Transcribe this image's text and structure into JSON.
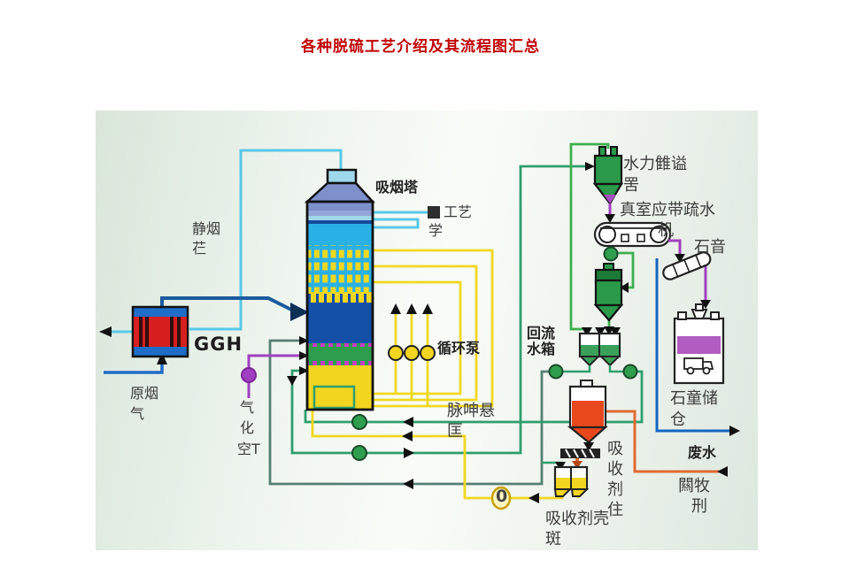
{
  "title": "各种脱硫工艺介绍及其流程图汇总",
  "labels": {
    "absorber_tower": "吸烟塔",
    "process_water_l1": "工艺",
    "process_water_l2": "学",
    "clean_gas_l1": "静烟",
    "clean_gas_l2": "芢",
    "ggh": "GGH",
    "raw_gas_l1": "原烟",
    "raw_gas_l2": "气",
    "oxidation_air_l1": "气",
    "oxidation_air_l2": "化",
    "oxidation_air_l3": "空T",
    "circulation_pump": "循环泵",
    "suspension_l1": "脉呻悬",
    "suspension_l2": "匡",
    "hydrocyclone_l1": "水力雔谥",
    "hydrocyclone_l2": "罟",
    "vacuum_belt_l1": "真室应带疏水",
    "vacuum_belt_l2": "机",
    "gypsum": "石音",
    "return_tank_l1": "回流",
    "return_tank_l2": "水箱",
    "gypsum_silo_l1": "石童储",
    "gypsum_silo_l2": "仓",
    "wastewater": "废水",
    "flocculant_l1": "闗牧",
    "flocculant_l2": "刑",
    "absorbent_silo_c1": "吸",
    "absorbent_silo_c2": "收",
    "absorbent_silo_c3": "剂",
    "absorbent_silo_c4": "住",
    "absorbent_tank_l1": "吸收剂壳",
    "absorbent_tank_l2": "斑",
    "zero_marker": "0"
  },
  "colors": {
    "title_red": "#c00000",
    "tower_cyan": "#29b1e6",
    "tower_periwinkle": "#7e90cc",
    "tower_navy": "#1450a8",
    "tower_green": "#2e9e4e",
    "tower_yellow": "#f2d51e",
    "pipe_teal": "#2f9e6e",
    "pipe_yellow": "#f0d820",
    "pipe_purple": "#a040c0",
    "pipe_blue": "#1e6dc8",
    "pipe_lightblue": "#4aa8dc",
    "pipe_orange": "#e06a30",
    "ggh_red": "#d61f1f",
    "gypsum_purple": "#b05cc0"
  }
}
